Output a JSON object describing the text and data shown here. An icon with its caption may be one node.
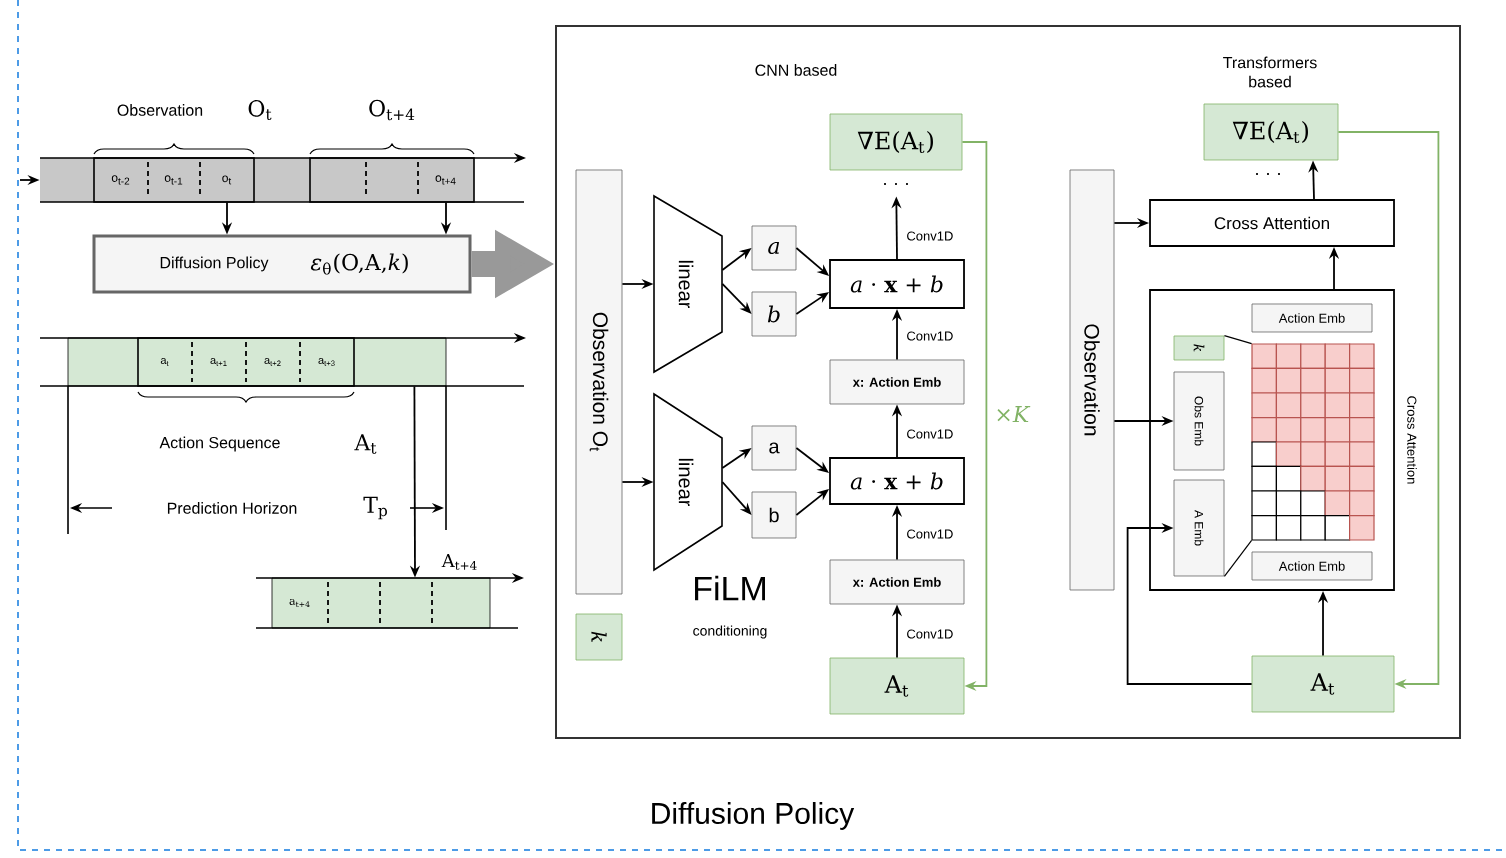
{
  "diagram": {
    "caption": "Diffusion Policy",
    "nodes": [
      {
        "text": [],
        "shape": "bar"
      },
      {
        "text": [
          "o$_{t-2}$"
        ],
        "in": 0
      },
      {
        "text": [
          "o$_{t-1}$"
        ],
        "in": 0
      },
      {
        "text": [
          "o$_{t}$"
        ],
        "in": 0
      },
      {
        "text": [
          "o$_{t+4}$"
        ],
        "in": 0
      },
      {
        "text": [
          "Diffusion Policy",
          "*ε*$_{θ}$(O,A,*k*)"
        ]
      },
      {
        "text": [],
        "shape": "bar"
      },
      {
        "text": [
          "a$_{t}$"
        ],
        "in": 6
      },
      {
        "text": [
          "a$_{t+1}$"
        ],
        "in": 6
      },
      {
        "text": [
          "a$_{t+2}$"
        ],
        "in": 6
      },
      {
        "text": [
          "a$_{t+3}$"
        ],
        "in": 6
      },
      {
        "text": [],
        "shape": "bar"
      },
      {
        "text": [
          "a$_{t+4}$"
        ],
        "in": 11
      },
      {
        "text": [
          "CNN based",
          "Transformers based"
        ]
      },
      {
        "text": [
          "Observation O$_{t}$"
        ],
        "in": 13
      },
      {
        "text": [
          "linear"
        ],
        "in": 13
      },
      {
        "text": [
          "*a*"
        ],
        "in": 13
      },
      {
        "text": [
          "*b*"
        ],
        "in": 13
      },
      {
        "text": [
          "*a* · **x** + *b*"
        ],
        "in": 13
      },
      {
        "text": [
          "∇E(A$_{t}$)"
        ],
        "in": 13,
        "beside": [
          "· · ·"
        ]
      },
      {
        "text": [
          "x: Action Emb"
        ],
        "in": 13
      },
      {
        "text": [
          "linear"
        ],
        "in": 13
      },
      {
        "text": [
          "a"
        ],
        "in": 13
      },
      {
        "text": [
          "b"
        ],
        "in": 13
      },
      {
        "text": [
          "*a* · **x** + *b*"
        ],
        "in": 13
      },
      {
        "text": [
          "x: Action Emb"
        ],
        "in": 13
      },
      {
        "text": [
          "A$_{t}$"
        ],
        "in": 13
      },
      {
        "text": [
          "*k*"
        ],
        "in": 13
      },
      {
        "text": [
          "Observation"
        ],
        "in": 13
      },
      {
        "text": [
          "∇E(A$_{t}$)"
        ],
        "in": 13,
        "beside": [
          "· · ·"
        ]
      },
      {
        "text": [
          "Cross Attention"
        ],
        "in": 13
      },
      {
        "text": [
          "Cross Attention"
        ],
        "in": 13
      },
      {
        "text": [
          "Action Emb"
        ],
        "in": 31
      },
      {
        "text": [
          "*k*"
        ],
        "in": 31
      },
      {
        "text": [
          "Obs Emb"
        ],
        "in": 31
      },
      {
        "text": [
          "A Emb"
        ],
        "in": 31
      },
      {
        "text": [
          "Action Emb"
        ],
        "in": 31
      },
      {
        "text": [
          "A$_{t}$"
        ],
        "in": 13
      },
      {
        "text": [],
        "shape": "picture",
        "in": 31
      }
    ],
    "edges": [
      {
        "from": null,
        "to": 0,
        "arrow": "to"
      },
      {
        "from": 3,
        "to": 5,
        "arrow": "to"
      },
      {
        "from": 4,
        "to": 5,
        "arrow": "to"
      },
      {
        "from": 5,
        "to": 13,
        "arrow": "to",
        "style": "thick",
        "color": "#999999"
      },
      {
        "from": 6,
        "to": 11,
        "arrow": "to"
      },
      {
        "from": 14,
        "to": 15,
        "arrow": "to"
      },
      {
        "from": 14,
        "to": 21,
        "arrow": "to"
      },
      {
        "from": 15,
        "to": 16,
        "arrow": "to"
      },
      {
        "from": 15,
        "to": 17,
        "arrow": "to"
      },
      {
        "from": 16,
        "to": 18,
        "arrow": "to"
      },
      {
        "from": 17,
        "to": 18,
        "arrow": "to"
      },
      {
        "from": 21,
        "to": 22,
        "arrow": "to"
      },
      {
        "from": 21,
        "to": 23,
        "arrow": "to"
      },
      {
        "from": 22,
        "to": 24,
        "arrow": "to"
      },
      {
        "from": 23,
        "to": 24,
        "arrow": "to"
      },
      {
        "from": 26,
        "to": 25,
        "arrow": "to",
        "label": "Conv1D"
      },
      {
        "from": 25,
        "to": 24,
        "arrow": "to",
        "label": "Conv1D"
      },
      {
        "from": 24,
        "to": 20,
        "arrow": "to",
        "label": "Conv1D"
      },
      {
        "from": 20,
        "to": 18,
        "arrow": "to",
        "label": "Conv1D"
      },
      {
        "from": 18,
        "to": 19,
        "arrow": "to",
        "label": "Conv1D"
      },
      {
        "from": 19,
        "to": 26,
        "arrow": "to",
        "label": "×*K*",
        "color": "#82b366"
      },
      {
        "from": 28,
        "to": 30,
        "arrow": "to"
      },
      {
        "from": 28,
        "to": 34,
        "arrow": "to"
      },
      {
        "from": 31,
        "to": 30,
        "arrow": "to"
      },
      {
        "from": 37,
        "to": 31,
        "arrow": "to"
      },
      {
        "from": 37,
        "to": 35,
        "arrow": "to"
      },
      {
        "from": 30,
        "to": 29,
        "arrow": "to"
      },
      {
        "from": 29,
        "to": 37,
        "arrow": "to",
        "color": "#82b366"
      },
      {
        "from": 33,
        "to": 38,
        "arrow": "none"
      },
      {
        "from": 35,
        "to": 38,
        "arrow": "none"
      }
    ],
    "labels": [
      "Observation",
      "O$_{t}$",
      "O$_{t+4}$",
      "Action Sequence",
      "A$_{t}$",
      "Prediction Horizon",
      "T$_{p}$",
      "A$_{t+4}$",
      "FiLM",
      "conditioning"
    ]
  }
}
